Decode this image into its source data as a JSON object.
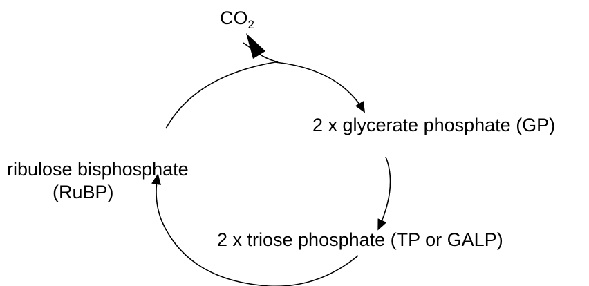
{
  "diagram": {
    "input": {
      "base": "CO",
      "subscript": "2"
    },
    "nodes": [
      {
        "id": "gp",
        "text": "2 x glycerate phosphate (GP)"
      },
      {
        "id": "tp",
        "text": "2 x triose phosphate (TP or GALP)"
      },
      {
        "id": "rubp",
        "line1": "ribulose bisphosphate",
        "line2": "(RuBP)"
      }
    ],
    "colors": {
      "ink": "#000000",
      "background": "#ffffff"
    }
  }
}
